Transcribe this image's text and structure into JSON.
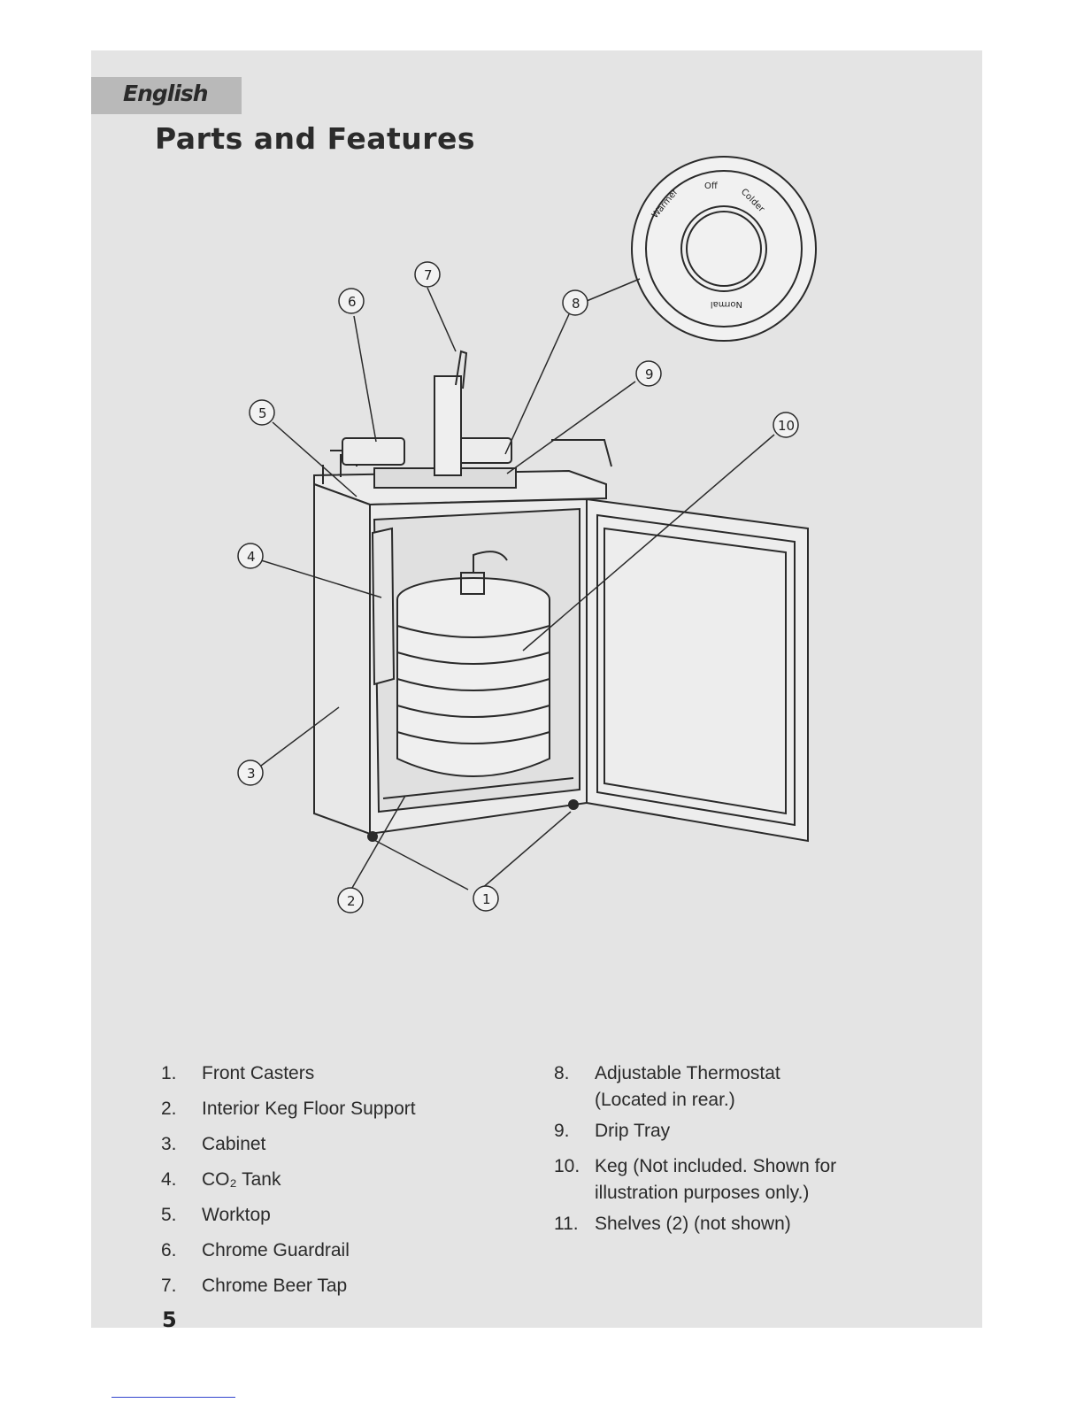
{
  "header": {
    "language_tab": "English",
    "title": "Parts and Features"
  },
  "diagram": {
    "thermostat_dial": {
      "off": "Off",
      "warmer": "Warmer",
      "colder": "Colder",
      "normal": "Normal"
    },
    "callouts": [
      "1",
      "2",
      "3",
      "4",
      "5",
      "6",
      "7",
      "8",
      "9",
      "10"
    ]
  },
  "parts_left": [
    {
      "num": "1.",
      "label": "Front Casters"
    },
    {
      "num": "2.",
      "label": "Interior Keg Floor Support"
    },
    {
      "num": "3.",
      "label": "Cabinet"
    },
    {
      "num": "4.",
      "label": "CO₂ Tank"
    },
    {
      "num": "5.",
      "label": "Worktop"
    },
    {
      "num": "6.",
      "label": "Chrome Guardrail"
    },
    {
      "num": "7.",
      "label": "Chrome Beer Tap"
    }
  ],
  "parts_right": [
    {
      "num": "8.",
      "label": "Adjustable Thermostat",
      "note": "(Located in rear.)"
    },
    {
      "num": "9.",
      "label": "Drip Tray"
    },
    {
      "num": "10.",
      "label": "Keg (Not included. Shown for",
      "note": "illustration purposes only.)"
    },
    {
      "num": "11.",
      "label": "Shelves (2) (not shown)"
    }
  ],
  "footer": {
    "page_number": "5"
  },
  "colors": {
    "page": "#ffffff",
    "scan_background": "#e4e4e4",
    "language_tab": "#b9b9b9",
    "ink": "#2a2a2a"
  }
}
